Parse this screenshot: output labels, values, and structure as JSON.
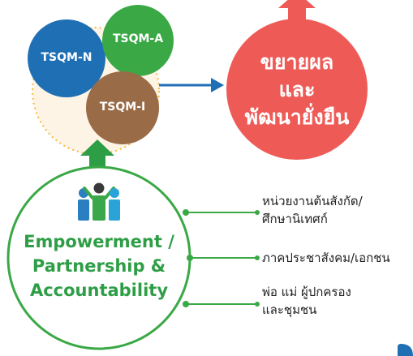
{
  "colors": {
    "tsqm_n": "#1f6fb5",
    "tsqm_a": "#39a845",
    "tsqm_i": "#9a6b47",
    "goal": "#ee5b57",
    "arrow_blue": "#1f6fb5",
    "arrow_green": "#2e9e46",
    "accent_red": "#ee5b57",
    "dotted_outline": "#f5b942"
  },
  "quality": {
    "tsqm_n": "TSQM-N",
    "tsqm_a": "TSQM-A",
    "tsqm_i": "TSQM-I"
  },
  "goal": {
    "line1": "ขยายผล",
    "line2": "และ",
    "line3": "พัฒนายั่งยืน"
  },
  "core": {
    "icon": "people-group-icon",
    "line1": "Empowerment /",
    "line2": "Partnership &",
    "line3": "Accountability"
  },
  "partners": [
    {
      "line1": "หน่วยงานต้นสังกัด/",
      "line2": "ศึกษานิเทศก์"
    },
    {
      "line1": "ภาคประชาสังคม/เอกชน",
      "line2": ""
    },
    {
      "line1": "พ่อ แม่ ผู้ปกครอง",
      "line2": "และชุมชน"
    }
  ]
}
